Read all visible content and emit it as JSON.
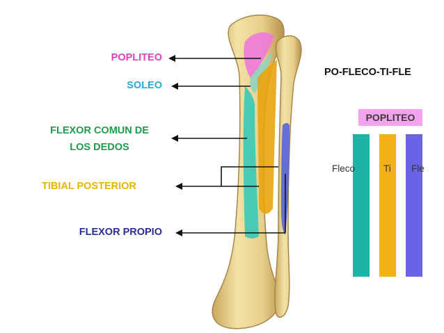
{
  "labels": {
    "popliteo": "POPLITEO",
    "soleo": "SOLEO",
    "flexor_comun_line1": "FLEXOR COMUN DE",
    "flexor_comun_line2": "LOS DEDOS",
    "tibial_posterior": "TIBIAL POSTERIOR",
    "flexor_propio": "FLEXOR PROPIO"
  },
  "mnemonic": {
    "title": "PO-FLECO-TI-FLE",
    "top_box": "POPLITEO",
    "columns": [
      "Fleco",
      "Ti",
      "Fle"
    ]
  },
  "colors": {
    "popliteo": "#e23fbf",
    "soleo": "#2aa9d6",
    "flexor_comun": "#1e9c4a",
    "tibial_posterior": "#e6b400",
    "flexor_propio": "#2a2f8f",
    "popliteo_box": "#f4a3ef",
    "fleco_column": "#1fb3a8",
    "ti_column": "#f4b21a",
    "fle_column": "#6a63e6",
    "bone": "#ecd79a"
  },
  "icons": [
    "tibia-fibula-illustration",
    "arrow-left-icon"
  ]
}
